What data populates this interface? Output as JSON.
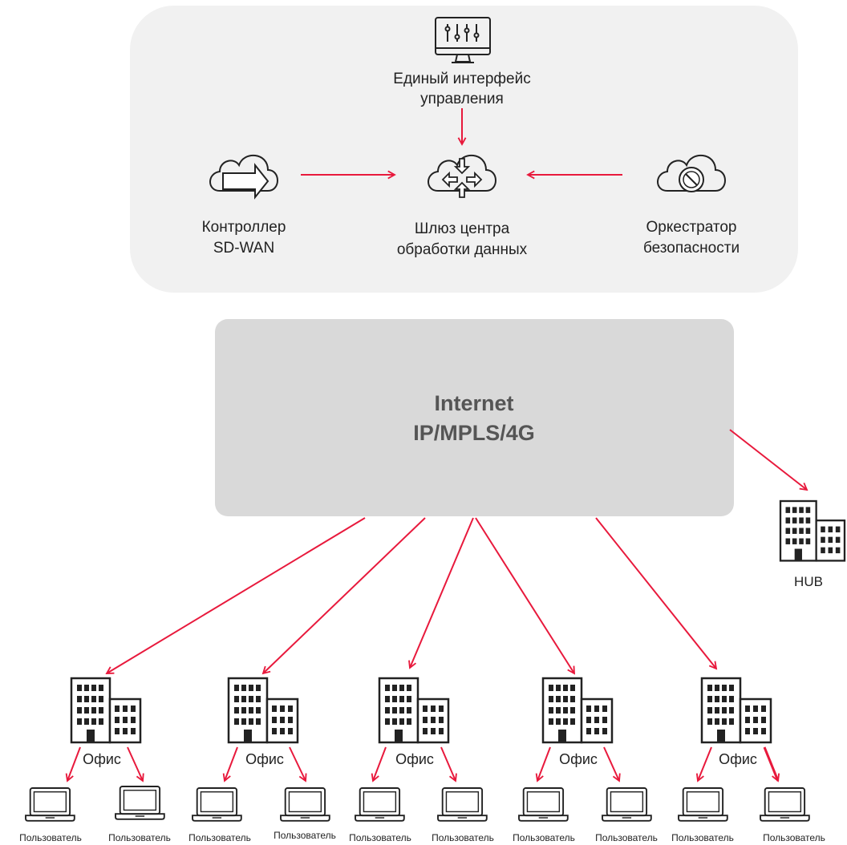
{
  "colors": {
    "arrow": "#e8193c",
    "top_panel": "#f1f1f1",
    "network_panel": "#d9d9d9",
    "icon_stroke": "#222222",
    "network_text": "#555555"
  },
  "top": {
    "ui": {
      "label_line1": "Единый интерфейс",
      "label_line2": "управления",
      "icon": "monitor-sliders-icon"
    },
    "controller": {
      "label_line1": "Контроллер",
      "label_line2": "SD-WAN",
      "icon": "cloud-arrow-icon"
    },
    "gateway": {
      "label_line1": "Шлюз центра",
      "label_line2": "обработки данных",
      "icon": "cloud-gateway-icon"
    },
    "orchestrator": {
      "label_line1": "Оркестратор",
      "label_line2": "безопасности",
      "icon": "cloud-blocked-icon"
    }
  },
  "network": {
    "line1": "Internet",
    "line2": "IP/MPLS/4G"
  },
  "hub": {
    "label": "HUB",
    "icon": "building-icon"
  },
  "offices": [
    {
      "label": "Офис",
      "users": [
        "Пользователь",
        "Пользователь"
      ]
    },
    {
      "label": "Офис",
      "users": [
        "Пользователь",
        "Пользователь"
      ]
    },
    {
      "label": "Офис",
      "users": [
        "Пользователь",
        "Пользователь"
      ]
    },
    {
      "label": "Офис",
      "users": [
        "Пользователь",
        "Пользователь"
      ]
    },
    {
      "label": "Офис",
      "users": [
        "Пользователь",
        "Пользователь"
      ]
    }
  ]
}
